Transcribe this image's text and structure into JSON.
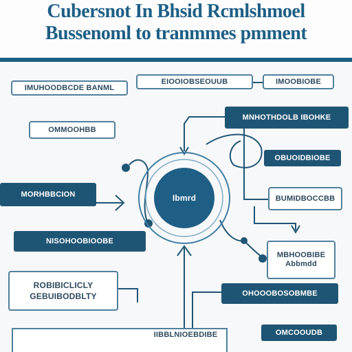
{
  "header": {
    "title_line1": "Cubersnot In Bhsid Rcmlshmoel",
    "title_line2": "Bussenoml to tranmmes pmment"
  },
  "diagram": {
    "center_label": "Ibmrd",
    "nodes": {
      "top_left": "IMUHOODBCDE BANML",
      "top_mid": "EIOOIOBSEOUUB",
      "top_right": "IMOOBIOBE",
      "left_upper": "OMMOOHBB",
      "right_upper": "MNHOTHDOLB IBOHKE",
      "right_mid": "OBUOIDBIOBE",
      "left_mid": "MORHBBCION",
      "right_lower": "BUMIDBOCCBB",
      "left_lower": "NISOHOOBIOOBE",
      "right_bottom_box": "MBHOOBIBE Abbmdd",
      "left_bottom_box": "ROBIBICLICLY GEBUIBODBLTY",
      "bottom_right_upper": "OHOOOBOSOBMBE",
      "bottom_right_lower": "OMCOOUDB",
      "bottom_center": "IIBBLNIOEBDIBE"
    }
  }
}
